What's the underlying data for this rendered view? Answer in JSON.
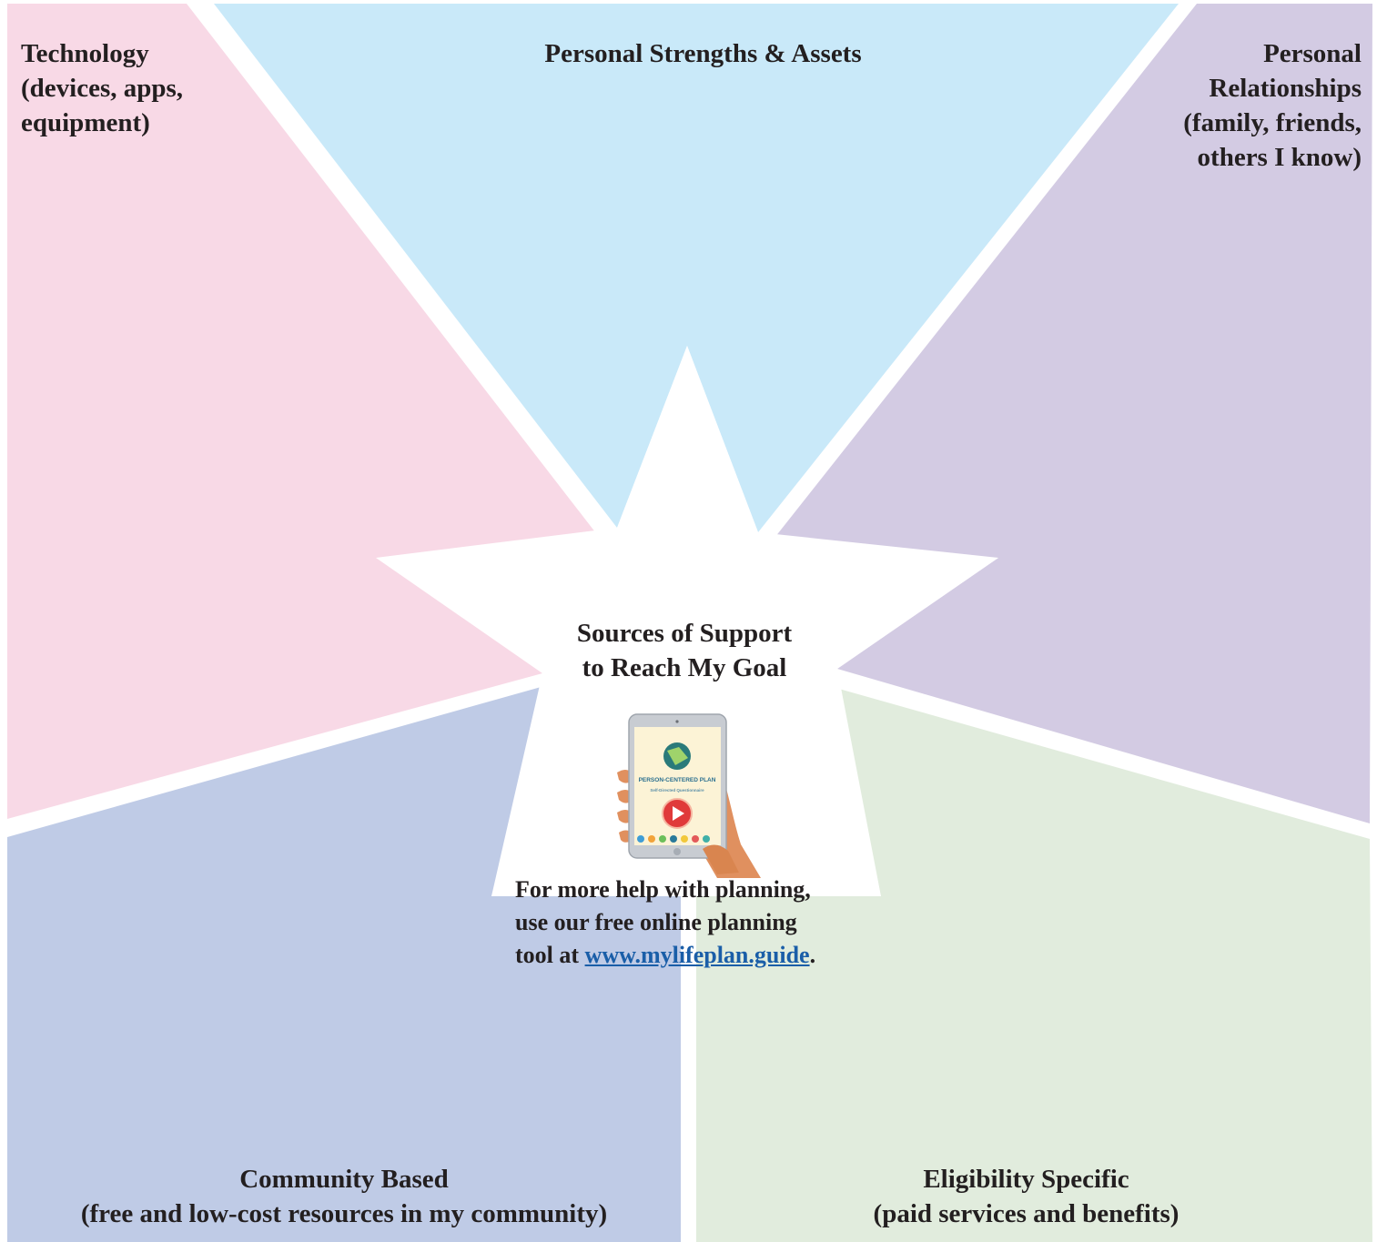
{
  "colors": {
    "technology": "#f8d9e6",
    "strengths": "#c9e9f9",
    "relationships": "#d3cbe3",
    "community": "#bfcbe6",
    "eligibility": "#e1ecdd",
    "link": "#1a5ea8"
  },
  "sections": {
    "technology": {
      "lines": [
        "Technology",
        "(devices, apps,",
        "equipment)"
      ]
    },
    "strengths": {
      "lines": [
        "Personal Strengths & Assets"
      ]
    },
    "relationships": {
      "lines": [
        "Personal",
        "Relationships",
        "(family, friends,",
        "others I know)"
      ]
    },
    "community": {
      "lines": [
        "Community Based",
        "(free and low-cost resources in my community)"
      ]
    },
    "eligibility": {
      "lines": [
        "Eligibility Specific",
        "(paid services and benefits)"
      ]
    }
  },
  "center": {
    "title_lines": [
      "Sources of Support",
      "to Reach My Goal"
    ]
  },
  "tablet": {
    "screen_title": "PERSON-CENTERED PLAN",
    "screen_subtitle": "Self-Directed Questionnaire",
    "icon": "play-button-icon"
  },
  "help": {
    "line1": "For more help with planning,",
    "line2": "use our free online planning",
    "line3_prefix": "tool at ",
    "link_text": "www.mylifeplan.guide",
    "line3_suffix": "."
  }
}
